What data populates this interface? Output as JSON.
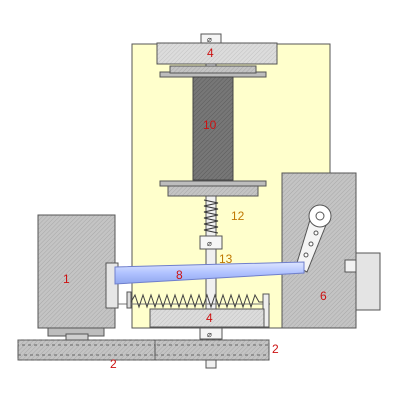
{
  "labels": {
    "motor_left": "1",
    "gear_left": "2",
    "gear_right": "2",
    "block_top": "4",
    "block_bottom": "4",
    "right_housing": "6",
    "bar": "8",
    "drum": "10",
    "spring": "12",
    "collar": "13"
  },
  "symbols": {
    "diameter": "⌀"
  },
  "colors": {
    "frame_fill": "#ffffcc",
    "hatch_gray": "#b8b8b8",
    "drum_gray": "#6e6e6e",
    "bar_blue": "#b8c8ff",
    "label_red": "#cc1111",
    "label_orange": "#c07800"
  }
}
